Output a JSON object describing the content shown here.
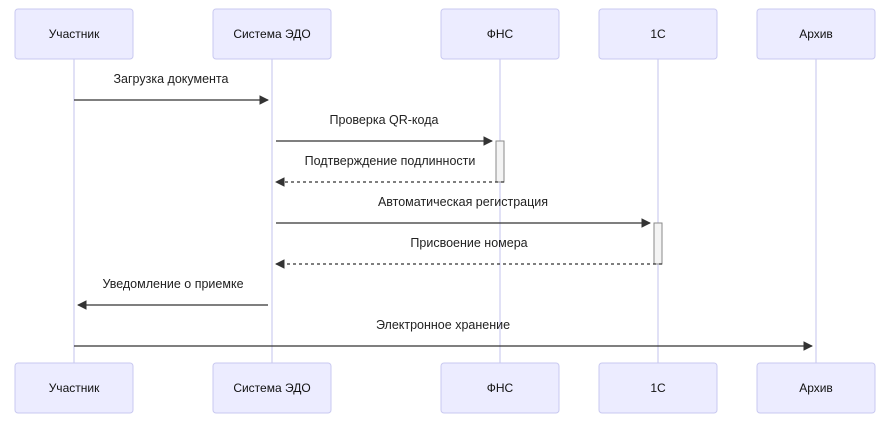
{
  "diagram": {
    "actors": [
      {
        "id": "participant",
        "label": "Участник"
      },
      {
        "id": "edo",
        "label": "Система ЭДО"
      },
      {
        "id": "fns",
        "label": "ФНС"
      },
      {
        "id": "onec",
        "label": "1С"
      },
      {
        "id": "archive",
        "label": "Архив"
      }
    ],
    "messages": [
      {
        "from": "participant",
        "to": "edo",
        "label": "Загрузка документа",
        "style": "solid"
      },
      {
        "from": "edo",
        "to": "fns",
        "label": "Проверка QR-кода",
        "style": "solid"
      },
      {
        "from": "fns",
        "to": "edo",
        "label": "Подтверждение подлинности",
        "style": "dotted"
      },
      {
        "from": "edo",
        "to": "onec",
        "label": "Автоматическая регистрация",
        "style": "solid"
      },
      {
        "from": "onec",
        "to": "edo",
        "label": "Присвоение номера",
        "style": "dotted"
      },
      {
        "from": "edo",
        "to": "participant",
        "label": "Уведомление о приемке",
        "style": "solid"
      },
      {
        "from": "participant",
        "to": "archive",
        "label": "Электронное хранение",
        "style": "solid"
      }
    ],
    "activations": [
      {
        "actor": "fns",
        "from_message": 1,
        "to_message": 2
      },
      {
        "actor": "onec",
        "from_message": 3,
        "to_message": 4
      }
    ],
    "colors": {
      "actor_fill": "#ECECFF",
      "actor_stroke": "#C9C9F0",
      "lifeline": "#D7D7F4",
      "arrow": "#333333"
    }
  }
}
